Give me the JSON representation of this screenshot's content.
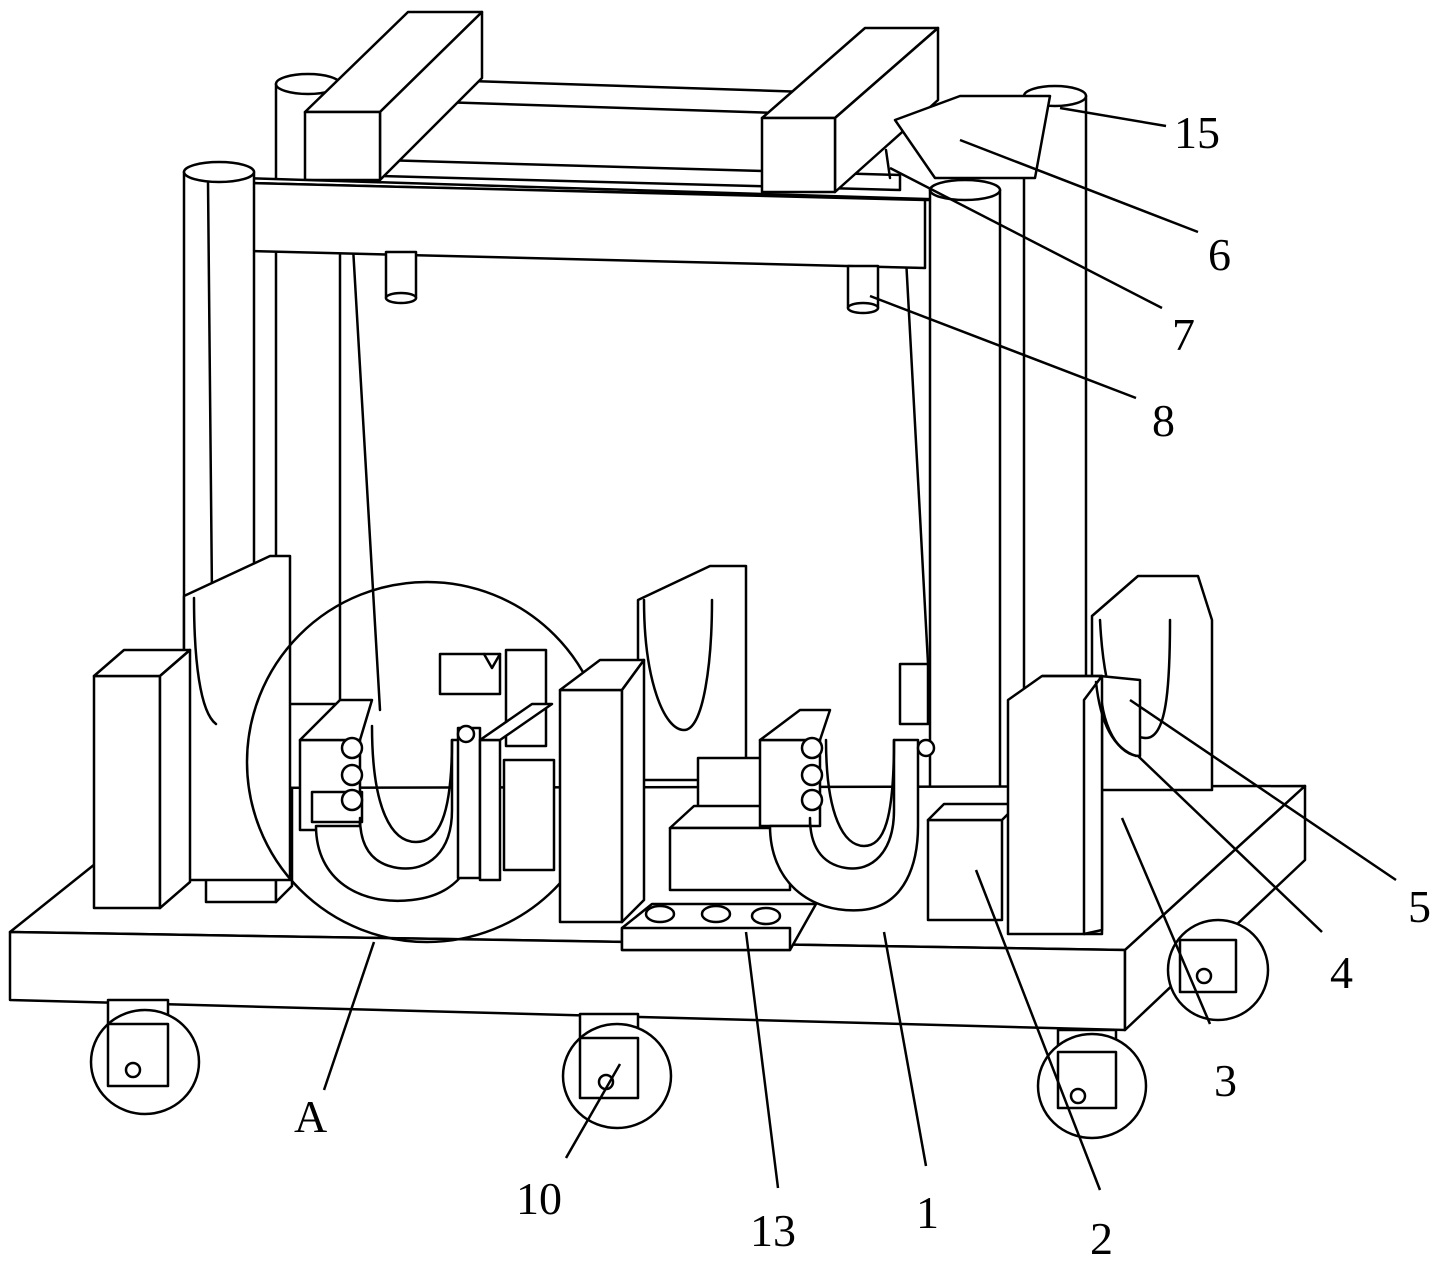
{
  "labels": {
    "l15": "15",
    "l6": "6",
    "l7": "7",
    "l8": "8",
    "l5": "5",
    "l4": "4",
    "l3": "3",
    "l2": "2",
    "l1": "1",
    "l13": "13",
    "l10": "10",
    "lA": "A"
  }
}
